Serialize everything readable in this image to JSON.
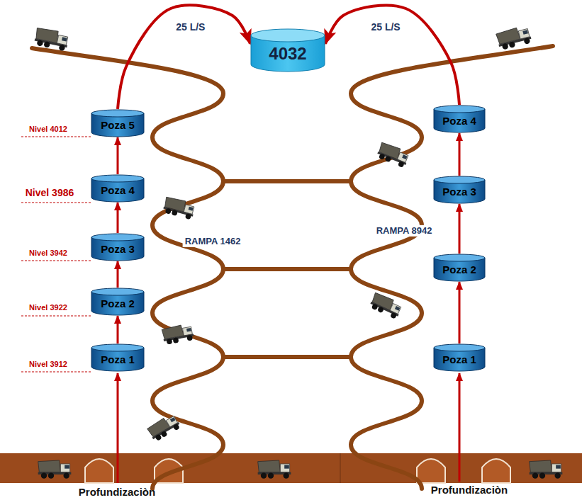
{
  "diagram": {
    "nodes": [
      {
        "text": [
          "4032"
        ]
      },
      {
        "text": [
          "Poza 5"
        ]
      },
      {
        "text": [
          "Poza 4"
        ]
      },
      {
        "text": [
          "Poza 4"
        ]
      },
      {
        "text": [
          "Poza 3"
        ]
      },
      {
        "text": [
          "Poza 3"
        ]
      },
      {
        "text": [
          "Poza 2"
        ]
      },
      {
        "text": [
          "Poza 2"
        ]
      },
      {
        "text": [
          "Poza 1"
        ]
      },
      {
        "text": [
          "Poza 1"
        ]
      }
    ],
    "edges": [
      {
        "from": 9,
        "to": 7,
        "arrow": "to"
      },
      {
        "from": 7,
        "to": 5,
        "arrow": "to"
      },
      {
        "from": 5,
        "to": 3,
        "arrow": "to"
      },
      {
        "from": 3,
        "to": 1,
        "arrow": "to"
      },
      {
        "from": 1,
        "to": 0,
        "label": "25 L/S",
        "arrow": "to"
      },
      {
        "from": 8,
        "to": 6,
        "arrow": "to"
      },
      {
        "from": 6,
        "to": 4,
        "arrow": "to"
      },
      {
        "from": 4,
        "to": 2,
        "arrow": "to"
      },
      {
        "from": 2,
        "to": 0,
        "label": "25 L/S",
        "arrow": "to"
      }
    ],
    "labels": [
      "Nivel 4012",
      "Nivel 3986",
      "Nivel 3942",
      "Nivel 3922",
      "Nivel 3912",
      "RAMPA 1462",
      "RAMPA 8942",
      "Profundizaciòn",
      "Profundizaciòn"
    ]
  }
}
